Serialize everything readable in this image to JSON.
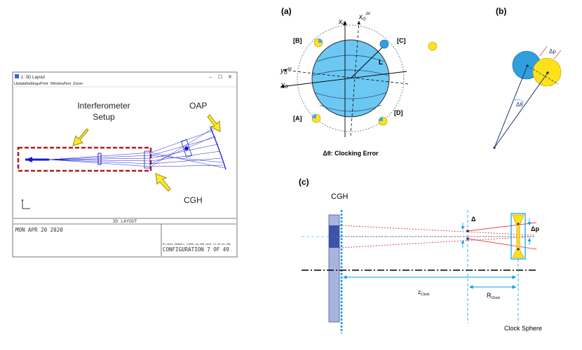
{
  "window": {
    "title": "1: 3D Layout",
    "menu": [
      "Update",
      "Settings",
      "Print",
      "Window",
      "Text",
      "Zoom"
    ],
    "controls": {
      "minimize": "–",
      "maximize": "☐",
      "close": "✕"
    }
  },
  "layout": {
    "annotations": {
      "interferometer_line1": "Interferometer",
      "interferometer_line2": "Setup",
      "oap": "OAP",
      "cgh": "CGH"
    },
    "footer_title": "3D LAYOUT",
    "date": "MON APR 20 2020",
    "file_info": "M1_ROSA_ZDAHALL_2TBS8_2B-APR-2020 13-49-45.ZMX",
    "configuration": "CONFIGURATION 7 OF 49"
  },
  "panel_a": {
    "label": "(a)",
    "markers": {
      "b": "[B]",
      "c": "[C]",
      "a": "[A]",
      "d": "[D]"
    },
    "axes": {
      "xg": "x",
      "xg_sub": "G",
      "xg2": "x",
      "xg2_sub": "G",
      "xg2_sup": "Δθ",
      "yg": "y",
      "yg_sub": "G",
      "yg2": "y",
      "yg2_sub": "G",
      "yg2_sup": "Δθ"
    },
    "arm_label": "L",
    "caption": "Δθ: Clocking Error"
  },
  "panel_b": {
    "label": "(b)",
    "dp": "Δp",
    "dtheta": "Δθ"
  },
  "panel_c": {
    "label": "(c)",
    "cgh": "CGH",
    "delta": "Δ",
    "dp": "Δp",
    "z_main": "z",
    "z_sub": "Clock",
    "r_main": "R",
    "r_sub": "Clock",
    "clock_sphere": "Clock Sphere"
  },
  "colors": {
    "dashed_box": "#b31b1b",
    "arrow_fill": "#f7ea2c",
    "sphere_blue": "#6cc8f2",
    "ray_blue": "#1a1ad6",
    "dim_blue": "#00a0e3",
    "clock_yellow": "#fde21b",
    "red_ray": "#e64646"
  }
}
